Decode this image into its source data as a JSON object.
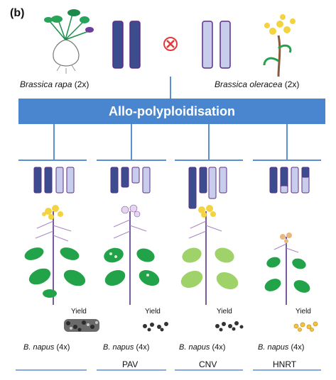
{
  "panel_label": "(b)",
  "parents": {
    "left": {
      "species": "Brassica rapa",
      "ploidy": "(2x)"
    },
    "right": {
      "species": "Brassica oleracea",
      "ploidy": "(2x)"
    },
    "cross_icon": "cross-circle-icon"
  },
  "process_label": "Allo-polyploidisation",
  "offspring": [
    {
      "species": "B. napus",
      "ploidy": "(4x)",
      "yield_label": "Yield",
      "mechanism": ""
    },
    {
      "species": "B. napus",
      "ploidy": "(4x)",
      "yield_label": "Yield",
      "mechanism": "PAV"
    },
    {
      "species": "B. napus",
      "ploidy": "(4x)",
      "yield_label": "Yield",
      "mechanism": "CNV"
    },
    {
      "species": "B. napus",
      "ploidy": "(4x)",
      "yield_label": "Yield",
      "mechanism": "HNRT"
    }
  ],
  "colors": {
    "genome_A": "#3b4d8f",
    "genome_C": "#c9cdec",
    "chromosome_outline": "#5e2d86",
    "banner": "#4a86d0",
    "connector": "#5b8fd4",
    "leaf": "#22a34a",
    "leaf_light": "#9fd36a",
    "flower": "#f3d33f",
    "cross_mark": "#e23a3a"
  }
}
